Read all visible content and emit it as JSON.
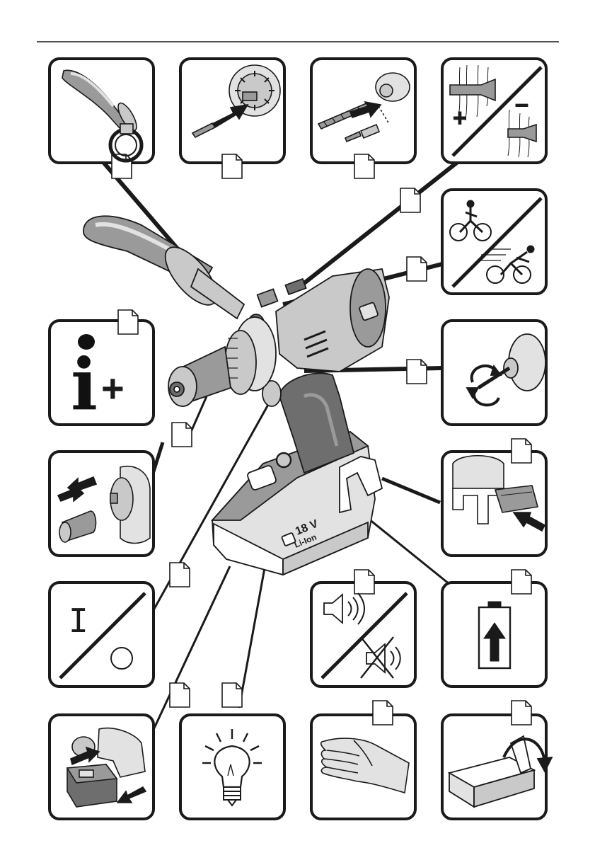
{
  "document": {
    "kind": "pictogram-sheet",
    "colors": {
      "ink": "#1a1a1a",
      "panel_fill": "#ffffff",
      "tool_body": "#c9c9c9",
      "tool_dark": "#6e6e6e",
      "tool_light": "#e2e2e2",
      "accent_fill": "#9a9a9a"
    }
  },
  "battery": {
    "voltage_label": "18 V",
    "chemistry_label": "Li-Ion"
  },
  "power_switch": {
    "on_symbol": "I",
    "off_symbol": "O"
  },
  "torque_panel": {
    "plus_symbol": "+",
    "minus_symbol": "–"
  },
  "info_panel": {
    "info_symbol": "i",
    "plus_symbol": "+"
  },
  "panels": [
    {
      "id": "auxiliary-handle",
      "icon": "handle-icon"
    },
    {
      "id": "bit-insertion",
      "icon": "bit-insert-icon"
    },
    {
      "id": "drill-bit-change",
      "icon": "drill-bit-icon"
    },
    {
      "id": "torque-setting",
      "icon": "screw-torque-icon"
    },
    {
      "id": "gear-selection",
      "icon": "cyclist-speed-icon"
    },
    {
      "id": "rotation-direction",
      "icon": "rotation-arrows-icon"
    },
    {
      "id": "belt-clip",
      "icon": "belt-clip-icon"
    },
    {
      "id": "battery-charge",
      "icon": "battery-charge-icon"
    },
    {
      "id": "acoustic-signal",
      "icon": "speaker-mute-icon"
    },
    {
      "id": "switch-on-off",
      "icon": "power-switch-icon"
    },
    {
      "id": "chuck-removal",
      "icon": "chuck-swap-icon"
    },
    {
      "id": "information",
      "icon": "info-plus-icon"
    },
    {
      "id": "battery-insertion",
      "icon": "battery-insert-icon"
    },
    {
      "id": "work-light",
      "icon": "light-bulb-icon"
    },
    {
      "id": "hand-protection",
      "icon": "hand-icon"
    },
    {
      "id": "storage-case",
      "icon": "case-lid-icon"
    }
  ]
}
